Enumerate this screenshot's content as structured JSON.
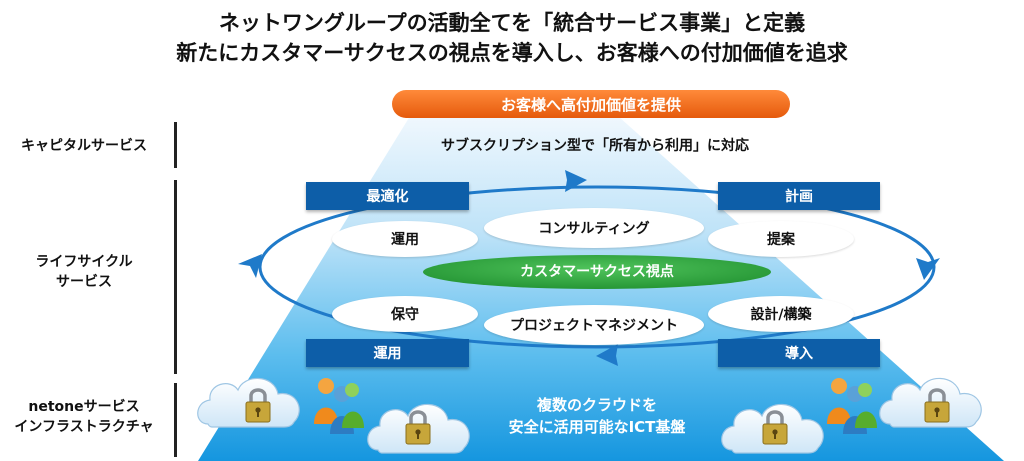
{
  "header": {
    "line1": "ネットワングループの活動全てを「統合サービス事業」と定義",
    "line2": "新たにカスタマーサクセスの視点を導入し、お客様への付加価値を追求"
  },
  "top_banner": "お客様へ高付加価値を提供",
  "left_labels": {
    "capital": "キャピタルサービス",
    "lifecycle_1": "ライフサイクル",
    "lifecycle_2": "サービス",
    "netone_1": "netoneサービス",
    "netone_2": "インフラストラクチャ"
  },
  "capital_text": "サブスクリプション型で「所有から利用」に対応",
  "lifecycle": {
    "boxes": {
      "optimize": "最適化",
      "plan": "計画",
      "operate": "運用",
      "introduce": "導入"
    },
    "pills": {
      "operation": "運用",
      "consulting": "コンサルティング",
      "proposal": "提案",
      "maintenance": "保守",
      "project_management": "プロジェクトマネジメント",
      "design_build": "設計/構築"
    },
    "center": "カスタマーサクセス視点"
  },
  "infra_text": {
    "line1": "複数のクラウドを",
    "line2": "安全に活用可能なICT基盤"
  },
  "colors": {
    "banner": "#f26a1b",
    "box": "#0d5ea8",
    "center": "#2aa13c",
    "arrow": "#1f7ac9",
    "trapezoid_top": "#e6f3fc",
    "trapezoid_bottom": "#1aa0e8"
  },
  "icons": [
    "cloud-icon",
    "padlock-icon",
    "people-icon"
  ]
}
